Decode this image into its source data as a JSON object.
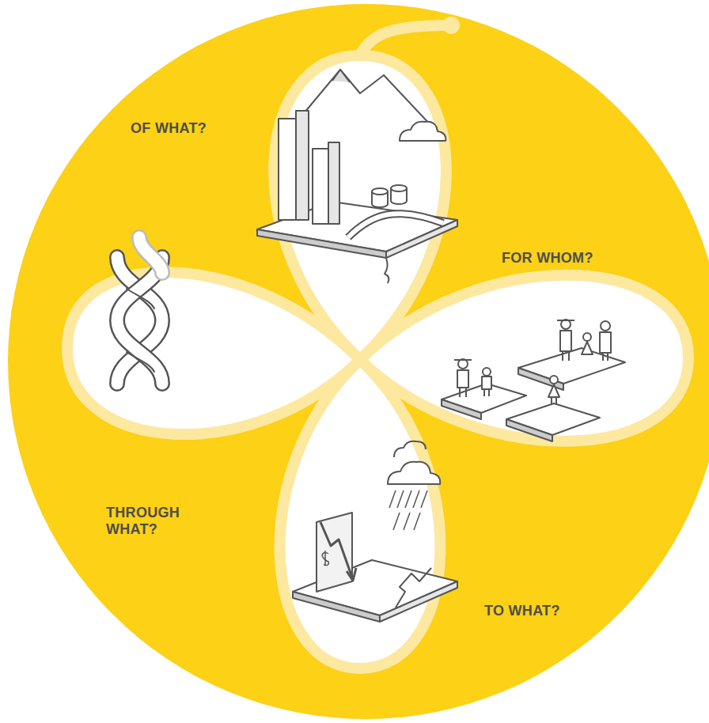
{
  "diagram": {
    "labels": [
      "OF WHAT?",
      "FOR WHOM?",
      "THROUGH WHAT?",
      "TO WHAT?"
    ]
  }
}
